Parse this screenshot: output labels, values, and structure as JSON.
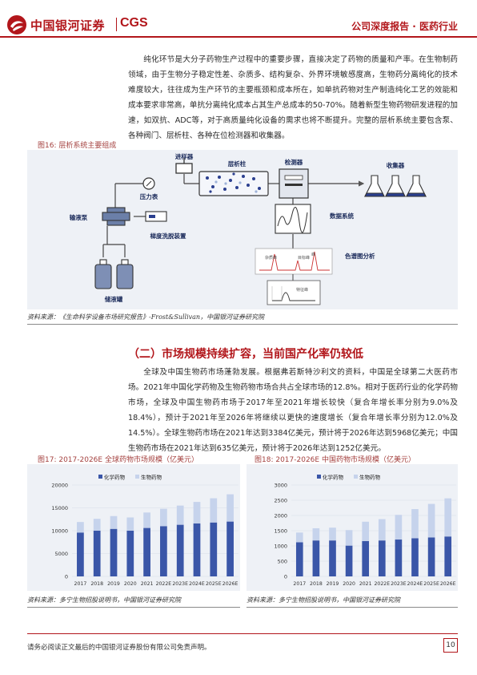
{
  "header": {
    "logo_cn": "中国银河证券",
    "logo_en": "CGS",
    "report_type": "公司深度报告 · 医药行业",
    "brand_color": "#b2161b"
  },
  "intro_paragraph": "纯化环节是大分子药物生产过程中的重要步骤，直接决定了药物的质量和产率。在生物制药领域，由于生物分子稳定性差、杂质多、结构复杂、外界环境敏感度高，生物药分离纯化的技术难度较大，往往成为生产环节的主要瓶颈和成本所在，如单抗药物对生产制造纯化工艺的效能和成本要求非常高，单抗分离纯化成本占其生产总成本的50-70%。随着新型生物药物研发进程的加速，如双抗、ADC等，对于高质量纯化设备的需求也将不断提升。完整的层析系统主要包含泵、各种阀门、层析柱、各种在位检测器和收集器。",
  "figure16": {
    "title": "图16: 层析系统主要组成",
    "labels": {
      "injector": "进样器",
      "column": "层析柱",
      "detector": "检测器",
      "collector": "收集器",
      "pressure_gauge": "压力表",
      "pump": "输液泵",
      "gradient": "梯度洗脱装置",
      "data_system": "数据系统",
      "chromatogram": "色谱图分析",
      "reservoir": "储液罐",
      "peak_a": "杂质峰",
      "peak_b": "目标峰",
      "peak_c": "峰",
      "inset_peak": "特征峰"
    },
    "source": "资料来源：《生命科学设备市场研究报告》-Frost&Sullivan，中国银河证券研究院"
  },
  "section2": {
    "heading": "（二）市场规模持续扩容，当前国产化率仍较低",
    "paragraph": "全球及中国生物药市场蓬勃发展。根据弗若斯特沙利文的资料，中国是全球第二大医药市场。2021年中国化学药物及生物药物市场合共占全球市场的12.8%。相对于医药行业的化学药物市场，全球及中国生物药市场于2017年至2021年增长较快（复合年增长率分别为9.0%及18.4%），预计于2021年至2026年将继续以更快的速度增长（复合年增长率分别为12.0%及14.5%）。全球生物药市场在2021年达到3384亿美元，预计将于2026年达到5968亿美元；中国生物药市场在2021年达到635亿美元，预计将于2026年达到1252亿美元。"
  },
  "chart_data": [
    {
      "type": "bar",
      "title": "图17: 2017-2026E 全球药物市场规模（亿美元）",
      "stacked": true,
      "categories": [
        "2017",
        "2018",
        "2019",
        "2020",
        "2021",
        "2022E",
        "2023E",
        "2024E",
        "2025E",
        "2026E"
      ],
      "series": [
        {
          "name": "化学药物",
          "color": "#3a56a8",
          "values": [
            9600,
            10000,
            10400,
            10000,
            10600,
            11000,
            11300,
            11600,
            11800,
            12000
          ]
        },
        {
          "name": "生物药物",
          "color": "#c6d3ec",
          "values": [
            2300,
            2600,
            2800,
            2900,
            3384,
            3800,
            4200,
            4700,
            5300,
            5968
          ]
        }
      ],
      "ylim": [
        0,
        20000
      ],
      "yticks": [
        "0",
        "5000",
        "10000",
        "15000",
        "20000"
      ],
      "legend": "top",
      "source": "资料来源：多宁生物招股说明书，中国银河证券研究院"
    },
    {
      "type": "bar",
      "title": "图18: 2017-2026E 中国药物市场规模（亿美元）",
      "stacked": true,
      "categories": [
        "2017",
        "2018",
        "2019",
        "2020",
        "2021",
        "2022E",
        "2023E",
        "2024E",
        "2025E",
        "2026E"
      ],
      "series": [
        {
          "name": "化学药物",
          "color": "#3a56a8",
          "values": [
            1120,
            1180,
            1180,
            1010,
            1160,
            1180,
            1210,
            1250,
            1280,
            1310
          ]
        },
        {
          "name": "生物药物",
          "color": "#c6d3ec",
          "values": [
            320,
            400,
            420,
            510,
            635,
            700,
            810,
            960,
            1100,
            1252
          ]
        }
      ],
      "ylim": [
        0,
        3000
      ],
      "yticks": [
        "0",
        "500",
        "1000",
        "1500",
        "2000",
        "2500",
        "3000"
      ],
      "legend": "top",
      "source": "资料来源：多宁生物招股说明书，中国银河证券研究院"
    }
  ],
  "footer": {
    "disclaimer": "请务必阅读正文最后的中国银河证券股份有限公司免责声明。",
    "page": "10"
  }
}
